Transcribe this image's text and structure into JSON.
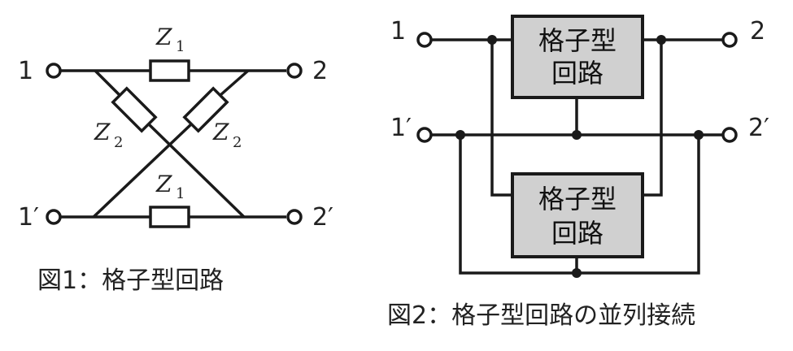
{
  "fig1": {
    "terminals": {
      "t1": "1",
      "t2": "2",
      "t1p": "1′",
      "t2p": "2′"
    },
    "impedances": {
      "top": {
        "base": "Z",
        "sub": "1"
      },
      "bottom": {
        "base": "Z",
        "sub": "1"
      },
      "left_diag": {
        "base": "Z",
        "sub": "2"
      },
      "right_diag": {
        "base": "Z",
        "sub": "2"
      }
    },
    "caption": "図1：格子型回路"
  },
  "fig2": {
    "terminals": {
      "t1": "1",
      "t2": "2",
      "t1p": "1′",
      "t2p": "2′"
    },
    "box_top": {
      "line1": "格子型",
      "line2": "回路"
    },
    "box_bottom": {
      "line1": "格子型",
      "line2": "回路"
    },
    "caption": "図2：格子型回路の並列接続"
  }
}
